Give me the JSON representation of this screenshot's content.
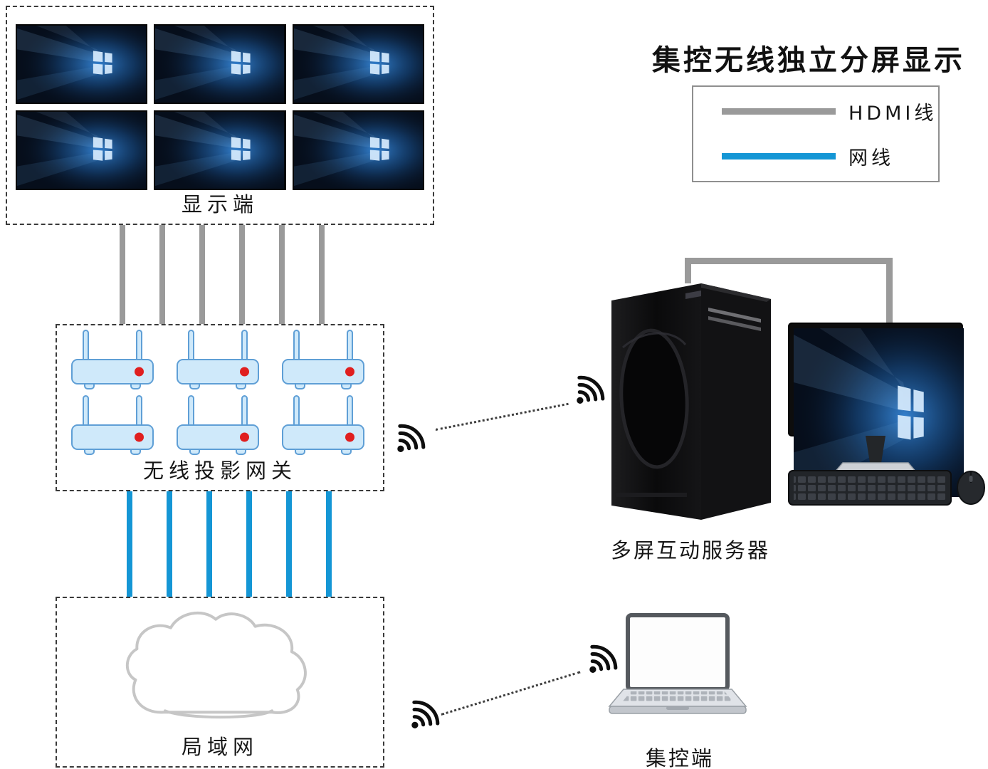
{
  "title": "集控无线独立分屏显示",
  "legend": {
    "items": [
      {
        "label": "HDMI线",
        "color": "#9a9a9a"
      },
      {
        "label": "网线",
        "color": "#1496d5"
      }
    ]
  },
  "sections": {
    "display": {
      "label": "显示端",
      "monitor_count": 6
    },
    "gateway": {
      "label": "无线投影网关",
      "device_count": 6
    },
    "lan": {
      "label": "局域网"
    }
  },
  "devices": {
    "server": {
      "label": "多屏互动服务器"
    },
    "controller": {
      "label": "集控端"
    }
  },
  "colors": {
    "hdmi": "#9a9a9a",
    "network": "#1496d5",
    "router_fill": "#cfe9fa",
    "router_border": "#5f9fd6",
    "led": "#e01f1f"
  }
}
